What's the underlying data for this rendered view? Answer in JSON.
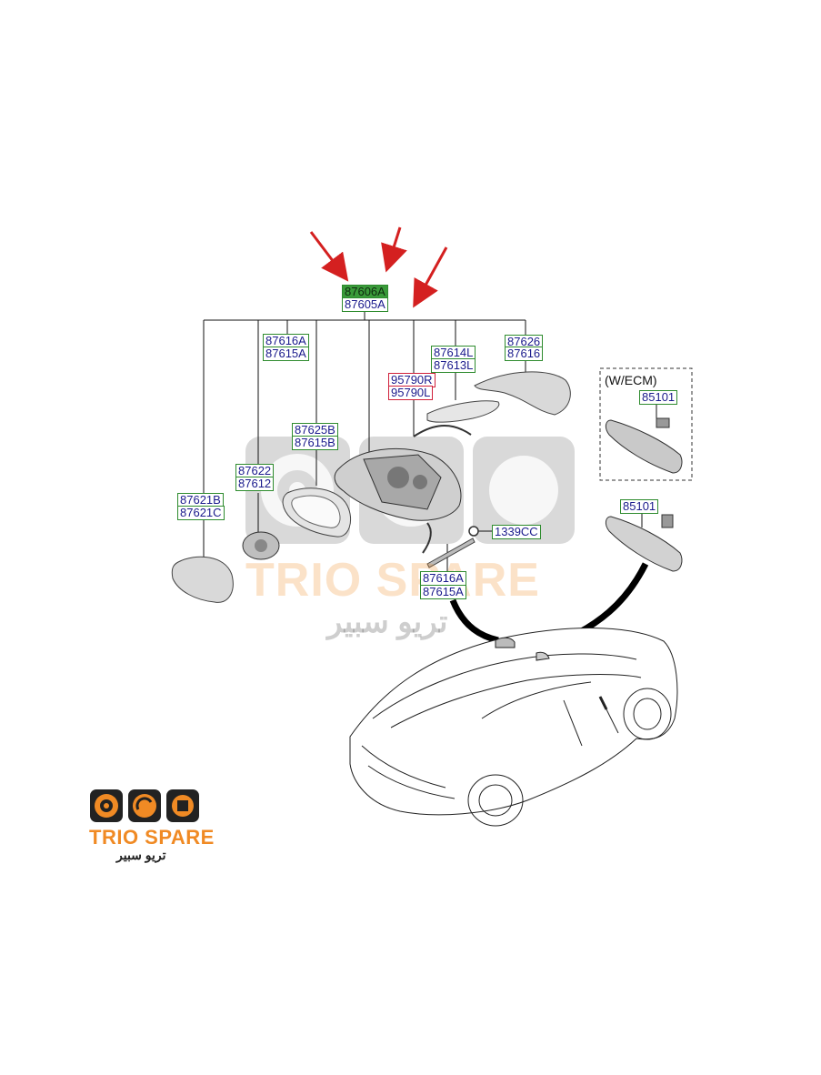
{
  "labels": {
    "top_primary": "87606A",
    "top_secondary": "87605A",
    "l_87616A": "87616A",
    "l_87615A": "87615A",
    "l_87614L": "87614L",
    "l_87613L": "87613L",
    "l_87626": "87626",
    "l_87616": "87616",
    "l_95790R": "95790R",
    "l_95790L": "95790L",
    "l_87625B": "87625B",
    "l_87615B": "87615B",
    "l_87622": "87622",
    "l_87612": "87612",
    "l_87621B": "87621B",
    "l_87621C": "87621C",
    "l_1339CC": "1339CC",
    "l_87616A_b": "87616A",
    "l_87615A_b": "87615A",
    "ecm_note": "(W/ECM)",
    "ecm_part": "85101",
    "mirror_part": "85101"
  },
  "watermark": {
    "brand": "TRIO SPARE",
    "brand_ar": "تريو سبير"
  },
  "logo": {
    "brand": "TRIO SPARE",
    "brand_ar": "تريو سبير"
  },
  "colors": {
    "label_border": "#2e8b2e",
    "label_text": "#1a1a8c",
    "highlight_fill": "#3a9a3a",
    "red_border": "#d0203a",
    "arrow": "#d42020",
    "brand_orange": "#f08a24"
  }
}
